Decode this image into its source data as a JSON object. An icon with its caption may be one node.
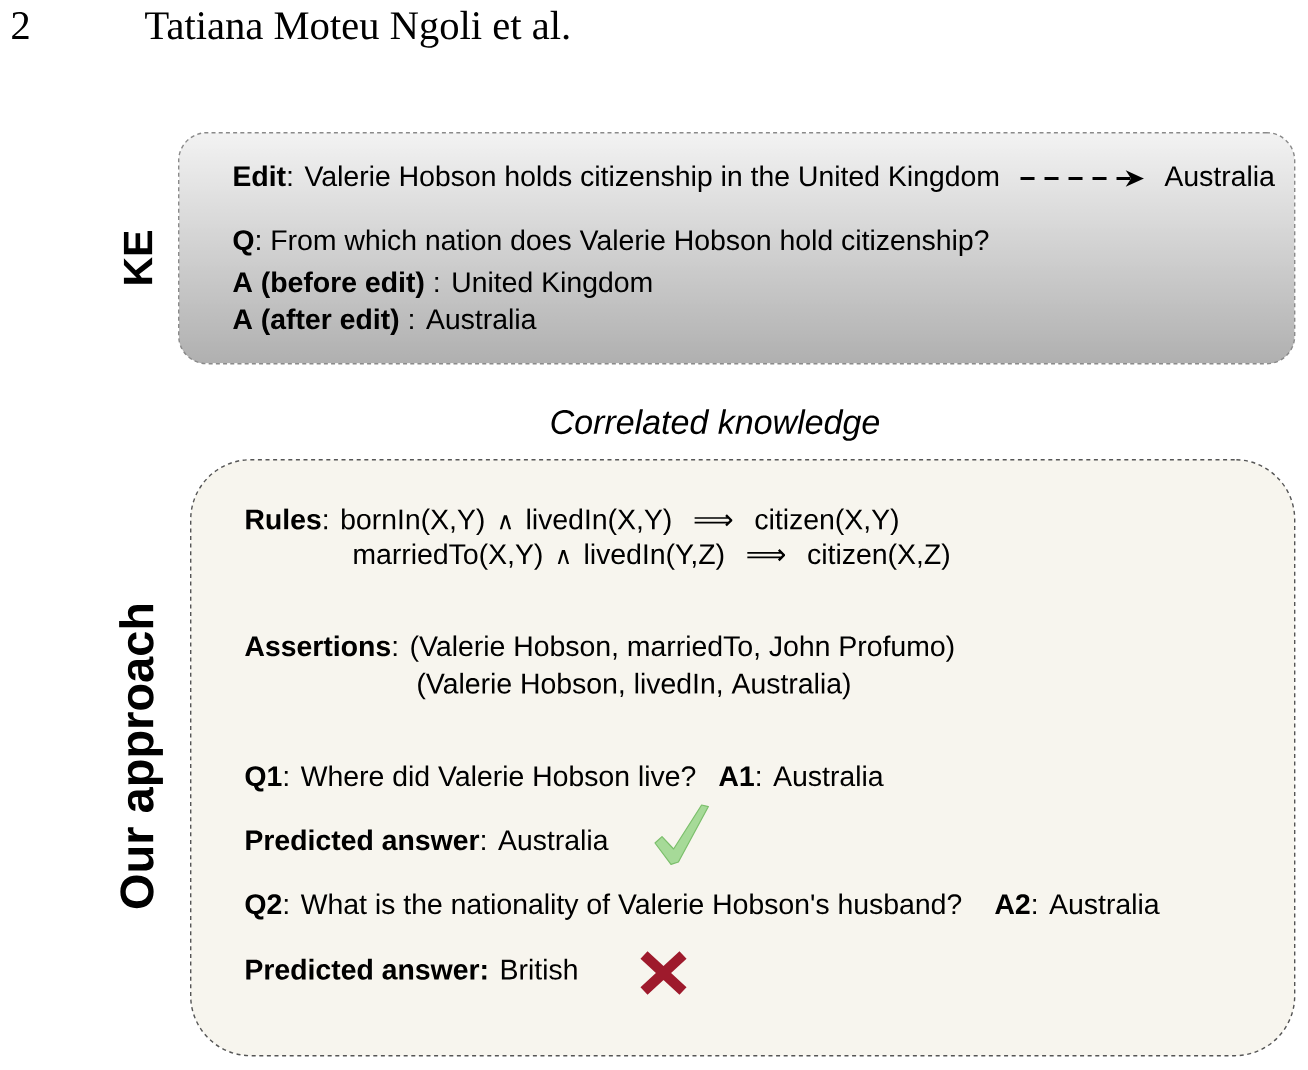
{
  "diagram": {
    "nodes": [
      {
        "text": [
          "KE",
          "**Q**: From which nation does Valerie Hobson hold citizenship?",
          "**A (before edit)** : United Kingdom",
          "**A (after edit)** : Australia"
        ]
      },
      {
        "text": [
          "**Edit**: Valerie Hobson holds citizenship in the United Kingdom"
        ],
        "in": 0
      },
      {
        "text": [
          "Australia"
        ],
        "in": 0
      },
      {
        "text": [
          "Correlated knowledge",
          "Our approach",
          "**Rules**: bornIn(X,Y) ∧ livedIn(X,Y) ⟹ citizen(X,Y)",
          "marriedTo(X,Y) ∧ livedIn(Y,Z) ⟹ citizen(X,Z)",
          "**Assertions**: (Valerie Hobson, marriedTo, John Profumo)",
          "(Valerie Hobson, livedIn, Australia)",
          "**Q1**: Where did Valerie Hobson live?",
          "**A1**: Australia",
          "**Predicted answer**: Australia",
          "**Q2**: What is the nationality of Valerie Hobson's husband?",
          "**A2**: Australia",
          "**Predicted answer:** British"
        ]
      }
    ],
    "edges": [
      {
        "from": 1,
        "to": 2,
        "arrow": "to",
        "style": "dashed"
      }
    ],
    "labels": [
      "2",
      "Tatiana Moteu Ngoli et al."
    ]
  }
}
